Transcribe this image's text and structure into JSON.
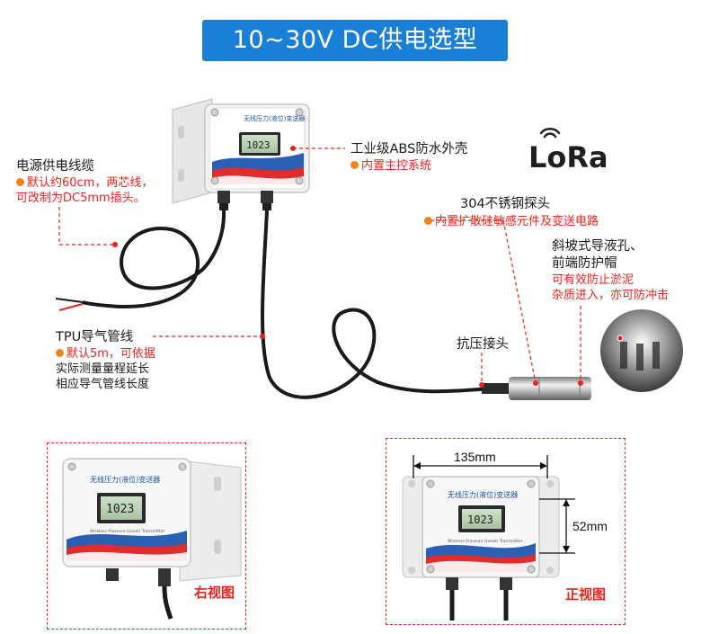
{
  "title": "10~30V DC供电选型",
  "labels": {
    "power_cable": {
      "heading": "电源供电线缆",
      "note_line1": "默认约60cm，两芯线，",
      "note_line2": "可改制为DC5mm插头。"
    },
    "enclosure": {
      "heading": "工业级ABS防水外壳",
      "note": "内置主控系统"
    },
    "probe": {
      "heading": "304不锈钢探头",
      "note": "内置扩散硅敏感元件及变送电路"
    },
    "cap": {
      "heading_line1": "斜坡式导液孔、",
      "heading_line2": "前端防护帽",
      "note_line1": "可有效防止淤泥",
      "note_line2": "杂质进入，亦可防冲击"
    },
    "tpu": {
      "heading": "TPU导气管线",
      "note_line1": "默认5m，可依据",
      "note_line2": "实际测量量程延长",
      "note_line3": "相应导气管线长度"
    },
    "fitting": {
      "heading": "抗压接头"
    }
  },
  "lora_logo": "LoRa",
  "device": {
    "brand_text": "无线压力(液位)变送器",
    "display_value": "1023",
    "subtitle": "Wireless Pressure (Level) Transmitter"
  },
  "views": {
    "right_caption": "右视图",
    "front_caption": "正视图",
    "width_dim": "135mm",
    "height_dim": "52mm"
  },
  "colors": {
    "title_bg": "#1a7fd6",
    "accent_red": "#e8231b",
    "bullet_orange": "#f08419"
  }
}
